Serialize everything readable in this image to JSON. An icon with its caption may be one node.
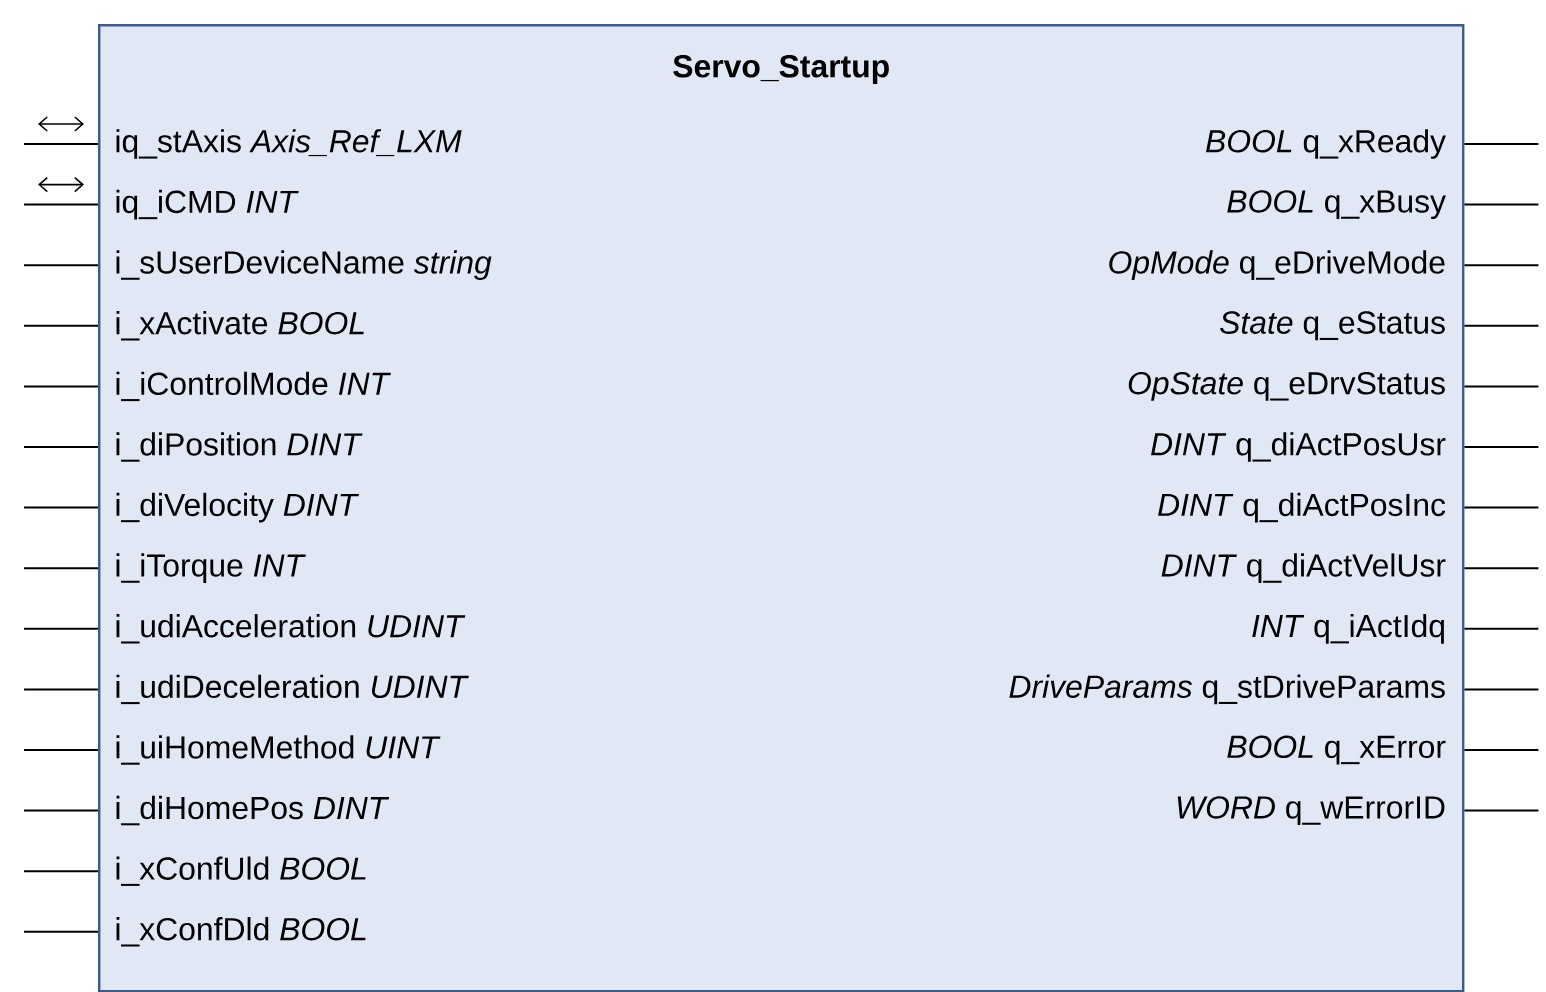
{
  "diagram": {
    "nodes": [
      {
        "text": [
          "Servo_Startup"
        ]
      },
      {
        "text": [
          "iq_stAxis *Axis_Ref_LXM*"
        ],
        "in": 0
      },
      {
        "text": [
          "*BOOL* q_xReady"
        ],
        "in": 0
      },
      {
        "text": [
          "iq_iCMD *INT*"
        ],
        "in": 0
      },
      {
        "text": [
          "*BOOL* q_xBusy"
        ],
        "in": 0
      },
      {
        "text": [
          "i_sUserDeviceName *string*"
        ],
        "in": 0
      },
      {
        "text": [
          "*OpMode* q_eDriveMode"
        ],
        "in": 0
      },
      {
        "text": [
          "i_xActivate *BOOL*"
        ],
        "in": 0
      },
      {
        "text": [
          "*State* q_eStatus"
        ],
        "in": 0
      },
      {
        "text": [
          "i_iControlMode *INT*"
        ],
        "in": 0
      },
      {
        "text": [
          "*OpState* q_eDrvStatus"
        ],
        "in": 0
      },
      {
        "text": [
          "i_diPosition *DINT*"
        ],
        "in": 0
      },
      {
        "text": [
          "*DINT* q_diActPosUsr"
        ],
        "in": 0
      },
      {
        "text": [
          "i_diVelocity *DINT*"
        ],
        "in": 0
      },
      {
        "text": [
          "*DINT* q_diActPosInc"
        ],
        "in": 0
      },
      {
        "text": [
          "i_iTorque *INT*"
        ],
        "in": 0
      },
      {
        "text": [
          "*DINT* q_diActVelUsr"
        ],
        "in": 0
      },
      {
        "text": [
          "i_udiAcceleration *UDINT*"
        ],
        "in": 0
      },
      {
        "text": [
          "*INT* q_iActIdq"
        ],
        "in": 0
      },
      {
        "text": [
          "i_udiDeceleration *UDINT*"
        ],
        "in": 0
      },
      {
        "text": [
          "*DriveParams* q_stDriveParams"
        ],
        "in": 0
      },
      {
        "text": [
          "i_uiHomeMethod *UINT*"
        ],
        "in": 0
      },
      {
        "text": [
          "*BOOL* q_xError"
        ],
        "in": 0
      },
      {
        "text": [
          "i_diHomePos *DINT*"
        ],
        "in": 0
      },
      {
        "text": [
          "*WORD* q_wErrorID"
        ],
        "in": 0
      },
      {
        "text": [
          "i_xConfUld *BOOL*"
        ],
        "in": 0
      },
      {
        "text": [
          "i_xConfDld *BOOL*"
        ],
        "in": 0
      }
    ],
    "edges": [
      {
        "from": null,
        "to": 1,
        "arrow": "none"
      },
      {
        "from": null,
        "to": 3,
        "arrow": "none"
      },
      {
        "from": null,
        "to": 5,
        "arrow": "none"
      },
      {
        "from": null,
        "to": 7,
        "arrow": "none"
      },
      {
        "from": null,
        "to": 9,
        "arrow": "none"
      },
      {
        "from": null,
        "to": 11,
        "arrow": "none"
      },
      {
        "from": null,
        "to": 13,
        "arrow": "none"
      },
      {
        "from": null,
        "to": 15,
        "arrow": "none"
      },
      {
        "from": null,
        "to": 17,
        "arrow": "none"
      },
      {
        "from": null,
        "to": 19,
        "arrow": "none"
      },
      {
        "from": null,
        "to": 21,
        "arrow": "none"
      },
      {
        "from": null,
        "to": 23,
        "arrow": "none"
      },
      {
        "from": null,
        "to": 25,
        "arrow": "none"
      },
      {
        "from": null,
        "to": 26,
        "arrow": "none"
      },
      {
        "from": 2,
        "to": null,
        "arrow": "none"
      },
      {
        "from": 4,
        "to": null,
        "arrow": "none"
      },
      {
        "from": 6,
        "to": null,
        "arrow": "none"
      },
      {
        "from": 8,
        "to": null,
        "arrow": "none"
      },
      {
        "from": 10,
        "to": null,
        "arrow": "none"
      },
      {
        "from": 12,
        "to": null,
        "arrow": "none"
      },
      {
        "from": 14,
        "to": null,
        "arrow": "none"
      },
      {
        "from": 16,
        "to": null,
        "arrow": "none"
      },
      {
        "from": 18,
        "to": null,
        "arrow": "none"
      },
      {
        "from": 20,
        "to": null,
        "arrow": "none"
      },
      {
        "from": 22,
        "to": null,
        "arrow": "none"
      },
      {
        "from": 24,
        "to": null,
        "arrow": "none"
      }
    ]
  }
}
